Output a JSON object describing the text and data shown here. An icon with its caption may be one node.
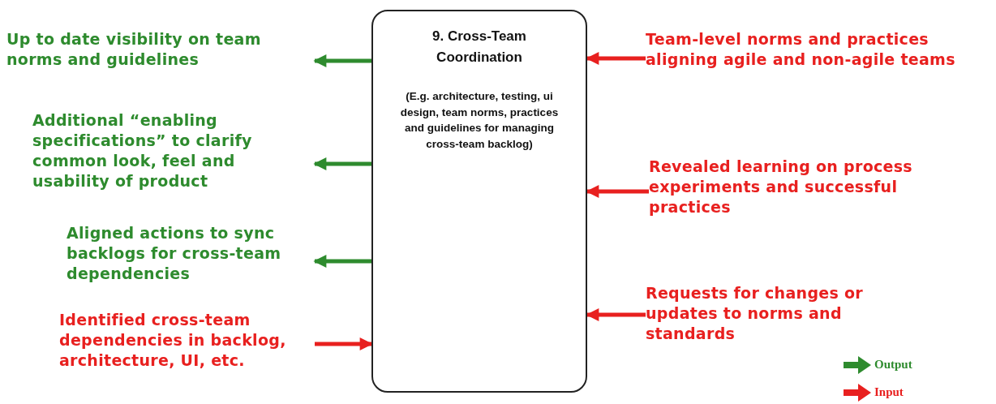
{
  "diagram": {
    "nodes": [
      {
        "text": [
          "9. Cross-Team Coordination",
          "(E.g. architecture, testing, ui design, team norms, practices and guidelines for managing cross-team backlog)"
        ]
      },
      {
        "text": [
          "Up to date visibility on team norms and guidelines"
        ]
      },
      {
        "text": [
          "Additional “enabling specifications” to clarify common look, feel and usability of product"
        ]
      },
      {
        "text": [
          "Aligned actions to sync backlogs for cross-team dependencies"
        ]
      },
      {
        "text": [
          "Identified cross-team dependencies in backlog, architecture, UI, etc."
        ]
      },
      {
        "text": [
          "Team-level norms and practices aligning agile and non-agile teams"
        ]
      },
      {
        "text": [
          "Revealed learning on process experiments and successful practices"
        ]
      },
      {
        "text": [
          "Requests for changes or updates to norms and standards"
        ]
      }
    ],
    "edges": [
      {
        "from": 0,
        "to": 1,
        "arrow": "to",
        "color": "#2e8b2e"
      },
      {
        "from": 0,
        "to": 2,
        "arrow": "to",
        "color": "#2e8b2e"
      },
      {
        "from": 0,
        "to": 3,
        "arrow": "to",
        "color": "#2e8b2e"
      },
      {
        "from": 4,
        "to": 0,
        "arrow": "to"
      },
      {
        "from": 5,
        "to": 0,
        "arrow": "to"
      },
      {
        "from": 6,
        "to": 0,
        "arrow": "to"
      },
      {
        "from": 7,
        "to": 0,
        "arrow": "to"
      }
    ],
    "legend": [
      {
        "text": "Output"
      },
      {
        "text": "Input"
      }
    ]
  }
}
